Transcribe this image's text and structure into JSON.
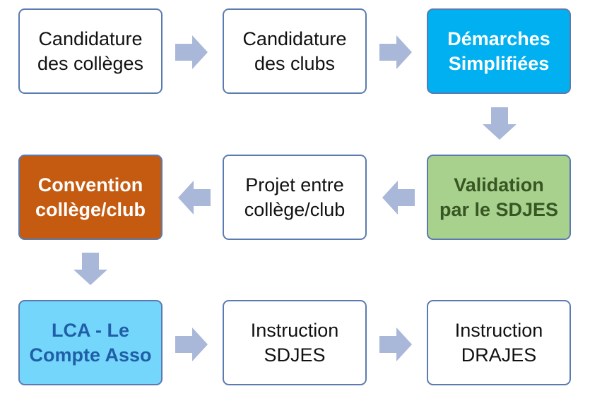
{
  "colors": {
    "border": "#5b7bb0",
    "arrow": "#a9b7d9",
    "demarches_fill": "#00b0f0",
    "demarches_text": "#ffffff",
    "validation_fill": "#a9d18e",
    "validation_text": "#375623",
    "convention_fill": "#c55a11",
    "convention_text": "#ffffff",
    "lca_fill": "#75d6fb",
    "lca_text": "#1f5fa8"
  },
  "steps": {
    "candidature_colleges": [
      "Candidature",
      "des collèges"
    ],
    "candidature_clubs": [
      "Candidature",
      "des clubs"
    ],
    "demarches_simplifiees": [
      "Démarches",
      "Simplifiées"
    ],
    "validation_sdjes": [
      "Validation",
      "par le SDJES"
    ],
    "projet_college_club": [
      "Projet entre",
      "collège/club"
    ],
    "convention_college_club": [
      "Convention",
      "collège/club"
    ],
    "lca_compte_asso": [
      "LCA - Le",
      "Compte Asso"
    ],
    "instruction_sdjes": [
      "Instruction",
      "SDJES"
    ],
    "instruction_drajes": [
      "Instruction",
      "DRAJES"
    ]
  },
  "arrows": [
    {
      "from": "candidature_colleges",
      "to": "candidature_clubs",
      "direction": "right"
    },
    {
      "from": "candidature_clubs",
      "to": "demarches_simplifiees",
      "direction": "right"
    },
    {
      "from": "demarches_simplifiees",
      "to": "validation_sdjes",
      "direction": "down"
    },
    {
      "from": "validation_sdjes",
      "to": "projet_college_club",
      "direction": "left"
    },
    {
      "from": "projet_college_club",
      "to": "convention_college_club",
      "direction": "left"
    },
    {
      "from": "convention_college_club",
      "to": "lca_compte_asso",
      "direction": "down"
    },
    {
      "from": "lca_compte_asso",
      "to": "instruction_sdjes",
      "direction": "right"
    },
    {
      "from": "instruction_sdjes",
      "to": "instruction_drajes",
      "direction": "right"
    }
  ]
}
